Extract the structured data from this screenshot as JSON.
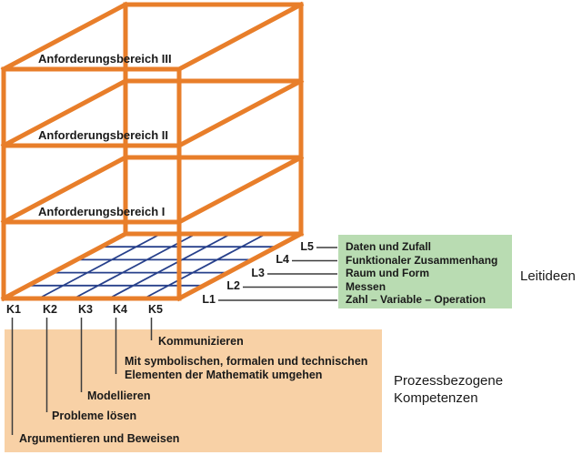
{
  "colors": {
    "orange": "#e87e2a",
    "peach": "#f8d1a6",
    "green": "#b9dcb2",
    "blue": "#27408b",
    "line": "#3c3c3c",
    "text": "#1a1a1a"
  },
  "cube": {
    "levels": [
      {
        "label": "Anforderungsbereich III"
      },
      {
        "label": "Anforderungsbereich II"
      },
      {
        "label": "Anforderungsbereich I"
      }
    ]
  },
  "leitideen": {
    "title": "Leitideen",
    "items": [
      {
        "id": "L5",
        "label": "Daten und Zufall"
      },
      {
        "id": "L4",
        "label": "Funktionaler Zusammenhang"
      },
      {
        "id": "L3",
        "label": "Raum und Form"
      },
      {
        "id": "L2",
        "label": "Messen"
      },
      {
        "id": "L1",
        "label": "Zahl – Variable – Operation"
      }
    ]
  },
  "kompetenzen": {
    "title_line1": "Prozessbezogene",
    "title_line2": "Kompetenzen",
    "items": [
      {
        "id": "K1",
        "label": "Argumentieren und Beweisen"
      },
      {
        "id": "K2",
        "label": "Probleme lösen"
      },
      {
        "id": "K3",
        "label": "Modellieren"
      },
      {
        "id": "K4",
        "label": "Mit symbolischen, formalen und technischen",
        "label2": "Elementen der Mathematik umgehen"
      },
      {
        "id": "K5",
        "label": "Kommunizieren"
      }
    ]
  }
}
